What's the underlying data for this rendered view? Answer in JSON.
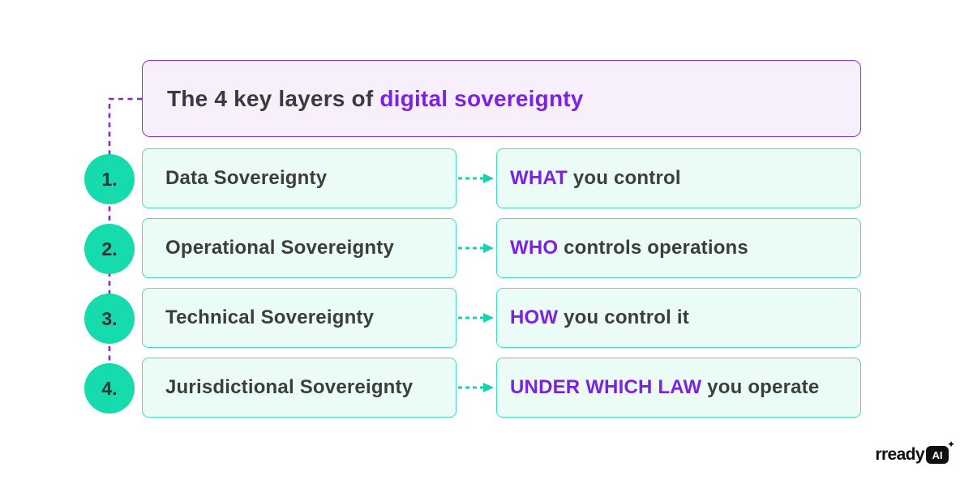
{
  "title": {
    "prefix": "The 4 key layers of ",
    "highlight": "digital sovereignty"
  },
  "steps": [
    {
      "number": "1.",
      "label": "Data Sovereignty",
      "keyword": "WHAT",
      "description": " you control"
    },
    {
      "number": "2.",
      "label": "Operational Sovereignty",
      "keyword": "WHO",
      "description": " controls operations"
    },
    {
      "number": "3.",
      "label": "Technical Sovereignty",
      "keyword": "HOW",
      "description": " you control it"
    },
    {
      "number": "4.",
      "label": "Jurisdictional Sovereignty",
      "keyword": "UNDER WHICH LAW",
      "description": " you operate"
    }
  ],
  "logo": {
    "text": "rready",
    "badge": "AI",
    "sparkle": "✦"
  },
  "colors": {
    "accent_teal": "#15dbad",
    "teal_border": "#45ddbb",
    "mint_background": "#ebfbf6",
    "accent_purple": "#7c22e3",
    "purple_border": "#9030dc",
    "lavender_background": "#f8effd",
    "connector_purple": "#8a25d6",
    "text_dark": "#3b3e3d"
  }
}
